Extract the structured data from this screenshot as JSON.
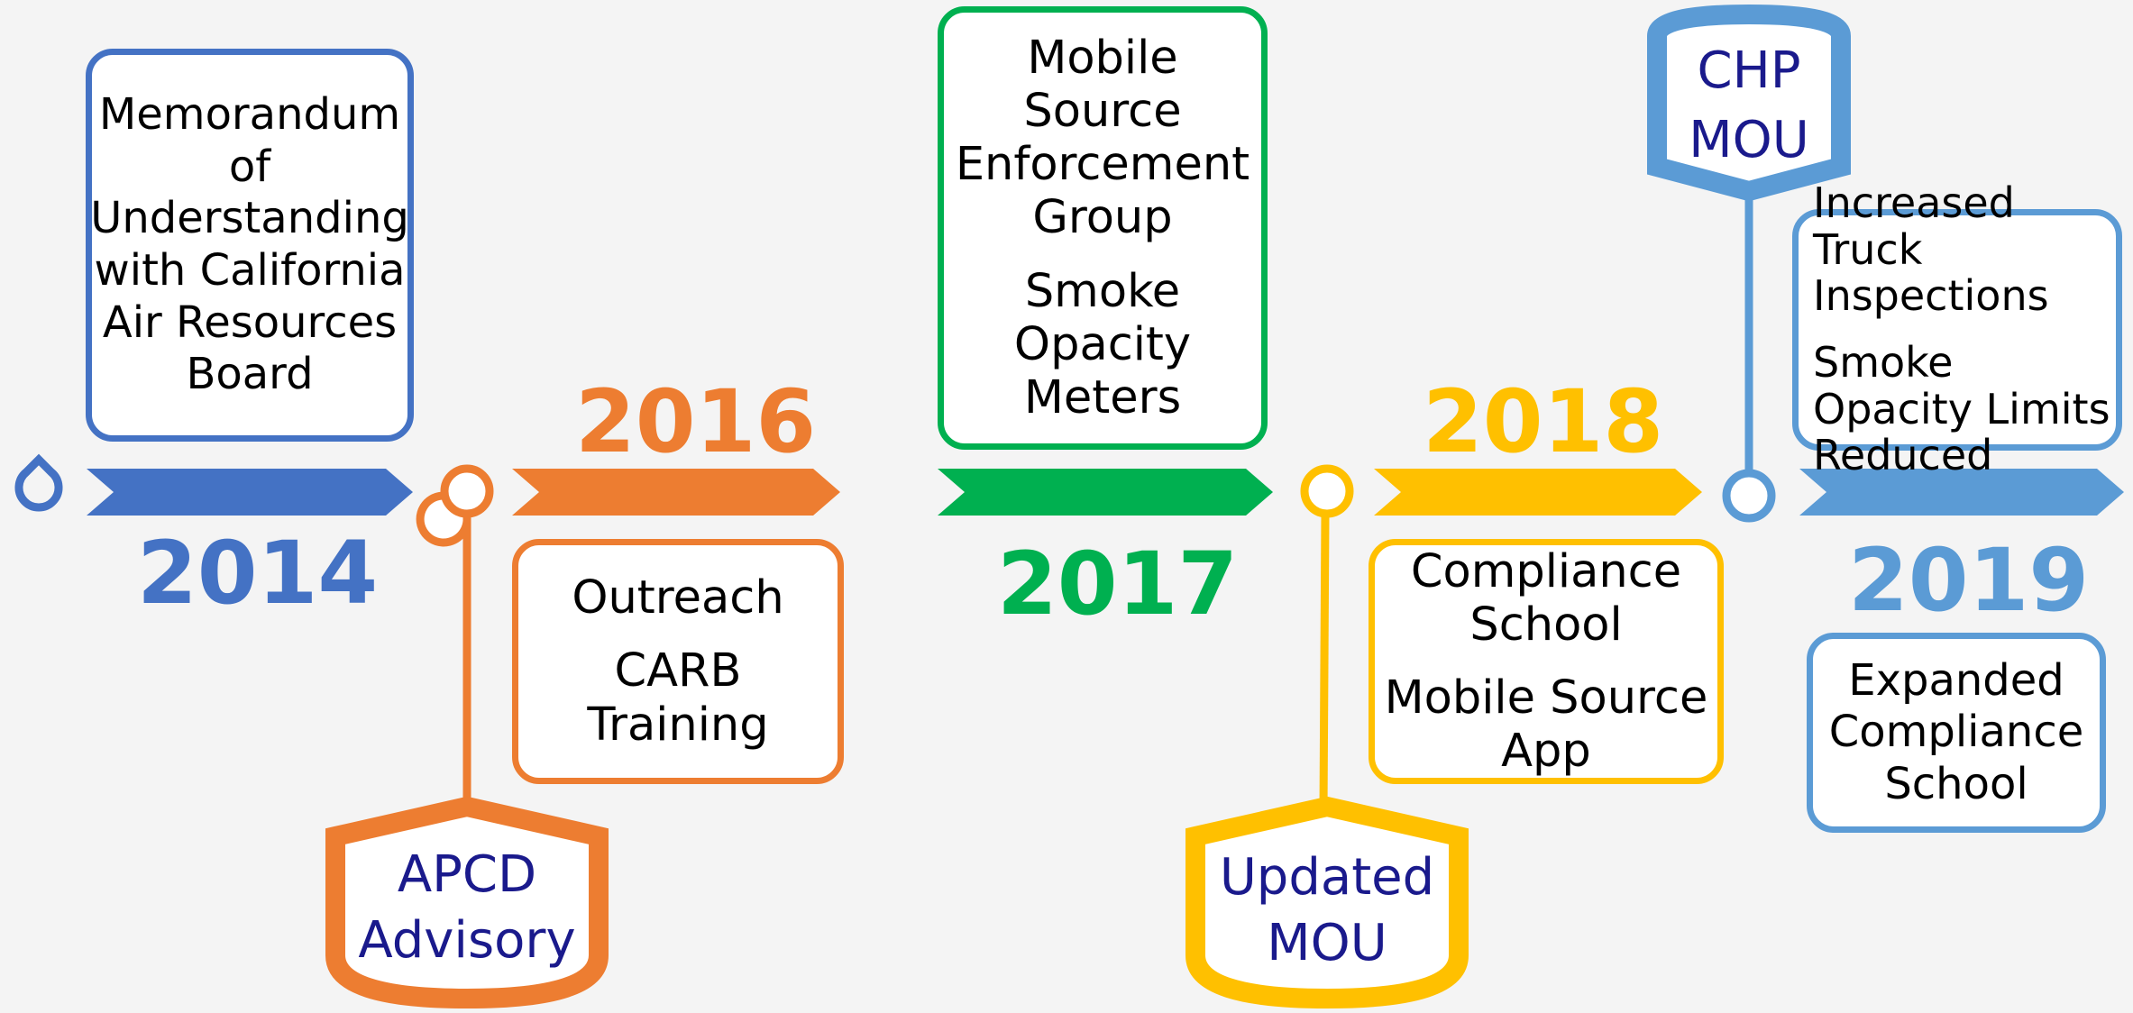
{
  "colors": {
    "y2014": "#4472c4",
    "y2016": "#ed7d31",
    "y2017": "#00b050",
    "y2018": "#ffc000",
    "y2019": "#5b9bd5",
    "shield_text": "#1a1a8c"
  },
  "years": {
    "y2014": "2014",
    "y2016": "2016",
    "y2017": "2017",
    "y2018": "2018",
    "y2019": "2019"
  },
  "boxes": {
    "b2014": [
      "Memorandum of Understanding with California Air Resources Board"
    ],
    "b2016": [
      "Outreach",
      "CARB Training"
    ],
    "b2017": [
      "Mobile Source Enforcement Group",
      "Smoke Opacity Meters"
    ],
    "b2018": [
      "Compliance School",
      "Mobile Source App"
    ],
    "b2019a": [
      "Increased Truck Inspections",
      "Smoke Opacity Limits Reduced"
    ],
    "b2019b": [
      "Expanded Compliance School"
    ]
  },
  "shields": {
    "apcd": "APCD Advisory",
    "updated_mou": "Updated MOU",
    "chp_mou": "CHP MOU"
  }
}
